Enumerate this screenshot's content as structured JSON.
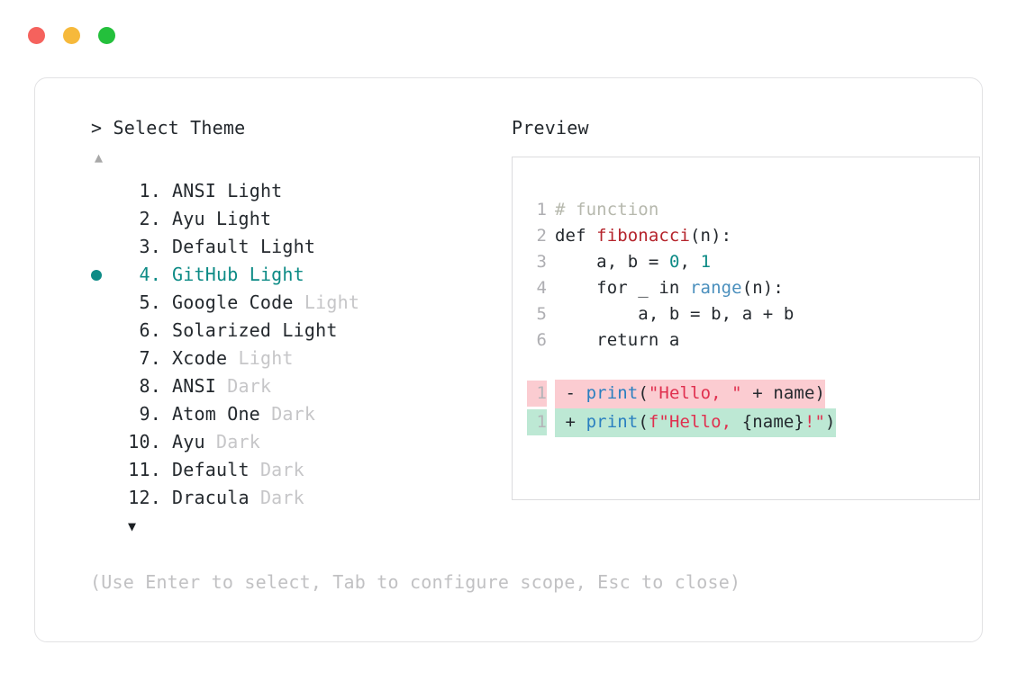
{
  "window": {
    "traffic_lights": [
      {
        "name": "close",
        "color": "#f5625d"
      },
      {
        "name": "minimize",
        "color": "#f6b93b"
      },
      {
        "name": "maximize",
        "color": "#24c03c"
      }
    ]
  },
  "selector": {
    "prompt": "> Select Theme",
    "scroll_up_glyph": "▲",
    "scroll_down_glyph": "▼",
    "selected_index": 4,
    "accent_color": "#0d8b86",
    "items": [
      {
        "index": "1.",
        "name": "ANSI",
        "variant": "Light",
        "variant_dim": false,
        "selected": false
      },
      {
        "index": "2.",
        "name": "Ayu",
        "variant": "Light",
        "variant_dim": false,
        "selected": false
      },
      {
        "index": "3.",
        "name": "Default",
        "variant": "Light",
        "variant_dim": false,
        "selected": false
      },
      {
        "index": "4.",
        "name": "GitHub",
        "variant": "Light",
        "variant_dim": false,
        "selected": true
      },
      {
        "index": "5.",
        "name": "Google Code",
        "variant": "Light",
        "variant_dim": true,
        "selected": false
      },
      {
        "index": "6.",
        "name": "Solarized",
        "variant": "Light",
        "variant_dim": false,
        "selected": false
      },
      {
        "index": "7.",
        "name": "Xcode",
        "variant": "Light",
        "variant_dim": true,
        "selected": false
      },
      {
        "index": "8.",
        "name": "ANSI",
        "variant": "Dark",
        "variant_dim": true,
        "selected": false
      },
      {
        "index": "9.",
        "name": "Atom One",
        "variant": "Dark",
        "variant_dim": true,
        "selected": false
      },
      {
        "index": "10.",
        "name": "Ayu",
        "variant": "Dark",
        "variant_dim": true,
        "selected": false
      },
      {
        "index": "11.",
        "name": "Default",
        "variant": "Dark",
        "variant_dim": true,
        "selected": false
      },
      {
        "index": "12.",
        "name": "Dracula",
        "variant": "Dark",
        "variant_dim": true,
        "selected": false
      }
    ]
  },
  "preview": {
    "label": "Preview",
    "code_lines": [
      {
        "lineno": "1",
        "tokens": [
          {
            "t": "# function",
            "c": "tok-comment"
          }
        ]
      },
      {
        "lineno": "2",
        "tokens": [
          {
            "t": "def ",
            "c": "tok-keyword"
          },
          {
            "t": "fibonacci",
            "c": "tok-func"
          },
          {
            "t": "(n):",
            "c": "tok-plain"
          }
        ]
      },
      {
        "lineno": "3",
        "tokens": [
          {
            "t": "    a, b = ",
            "c": "tok-plain"
          },
          {
            "t": "0",
            "c": "tok-number"
          },
          {
            "t": ", ",
            "c": "tok-plain"
          },
          {
            "t": "1",
            "c": "tok-number"
          }
        ]
      },
      {
        "lineno": "4",
        "tokens": [
          {
            "t": "    for _ in ",
            "c": "tok-plain"
          },
          {
            "t": "range",
            "c": "tok-builtin"
          },
          {
            "t": "(n):",
            "c": "tok-plain"
          }
        ]
      },
      {
        "lineno": "5",
        "tokens": [
          {
            "t": "        a, b = b, a + b",
            "c": "tok-plain"
          }
        ]
      },
      {
        "lineno": "6",
        "tokens": [
          {
            "t": "    return a",
            "c": "tok-plain"
          }
        ]
      }
    ],
    "diff_lines": [
      {
        "lineno": "1",
        "kind": "del",
        "sign": "-",
        "bg": "#fbccd1",
        "tokens": [
          {
            "t": "print",
            "c": "tok-call"
          },
          {
            "t": "(",
            "c": "tok-plain"
          },
          {
            "t": "\"Hello, \"",
            "c": "tok-string"
          },
          {
            "t": " + name)",
            "c": "tok-plain"
          }
        ]
      },
      {
        "lineno": "1",
        "kind": "add",
        "sign": "+",
        "bg": "#bde8d4",
        "tokens": [
          {
            "t": "print",
            "c": "tok-call"
          },
          {
            "t": "(",
            "c": "tok-plain"
          },
          {
            "t": "f\"Hello, ",
            "c": "tok-string"
          },
          {
            "t": "{name}",
            "c": "tok-plain"
          },
          {
            "t": "!\"",
            "c": "tok-string"
          },
          {
            "t": ")",
            "c": "tok-plain"
          }
        ]
      }
    ]
  },
  "footer": {
    "hint": "(Use Enter to select, Tab to configure scope, Esc to close)"
  }
}
